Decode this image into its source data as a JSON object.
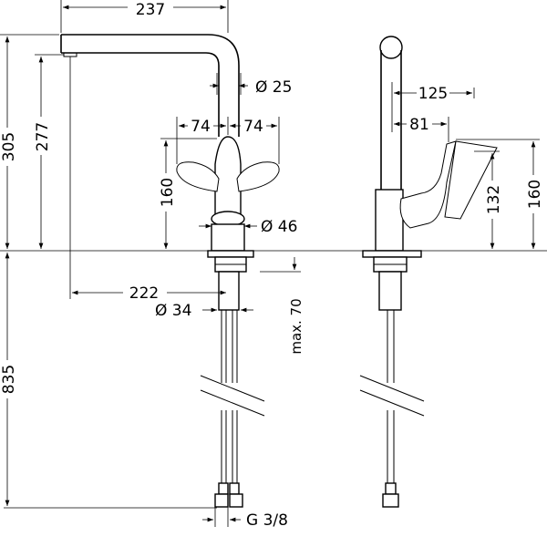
{
  "front_view": {
    "dim_total_reach": "237",
    "dim_spout_diameter": "Ø 25",
    "dim_total_height": "305",
    "dim_outlet_height": "277",
    "dim_lever_left": "74",
    "dim_lever_right": "74",
    "dim_lever_height": "160",
    "dim_body_diameter": "Ø 46",
    "dim_spout_reach": "222",
    "dim_shank_diameter": "Ø 34",
    "dim_max_counter": "max. 70",
    "dim_hose_length": "835",
    "dim_connection": "G 3/8"
  },
  "side_view": {
    "dim_lever_reach": "125",
    "dim_lever_offset": "81",
    "dim_lever_height_low": "132",
    "dim_lever_height_high": "160"
  }
}
